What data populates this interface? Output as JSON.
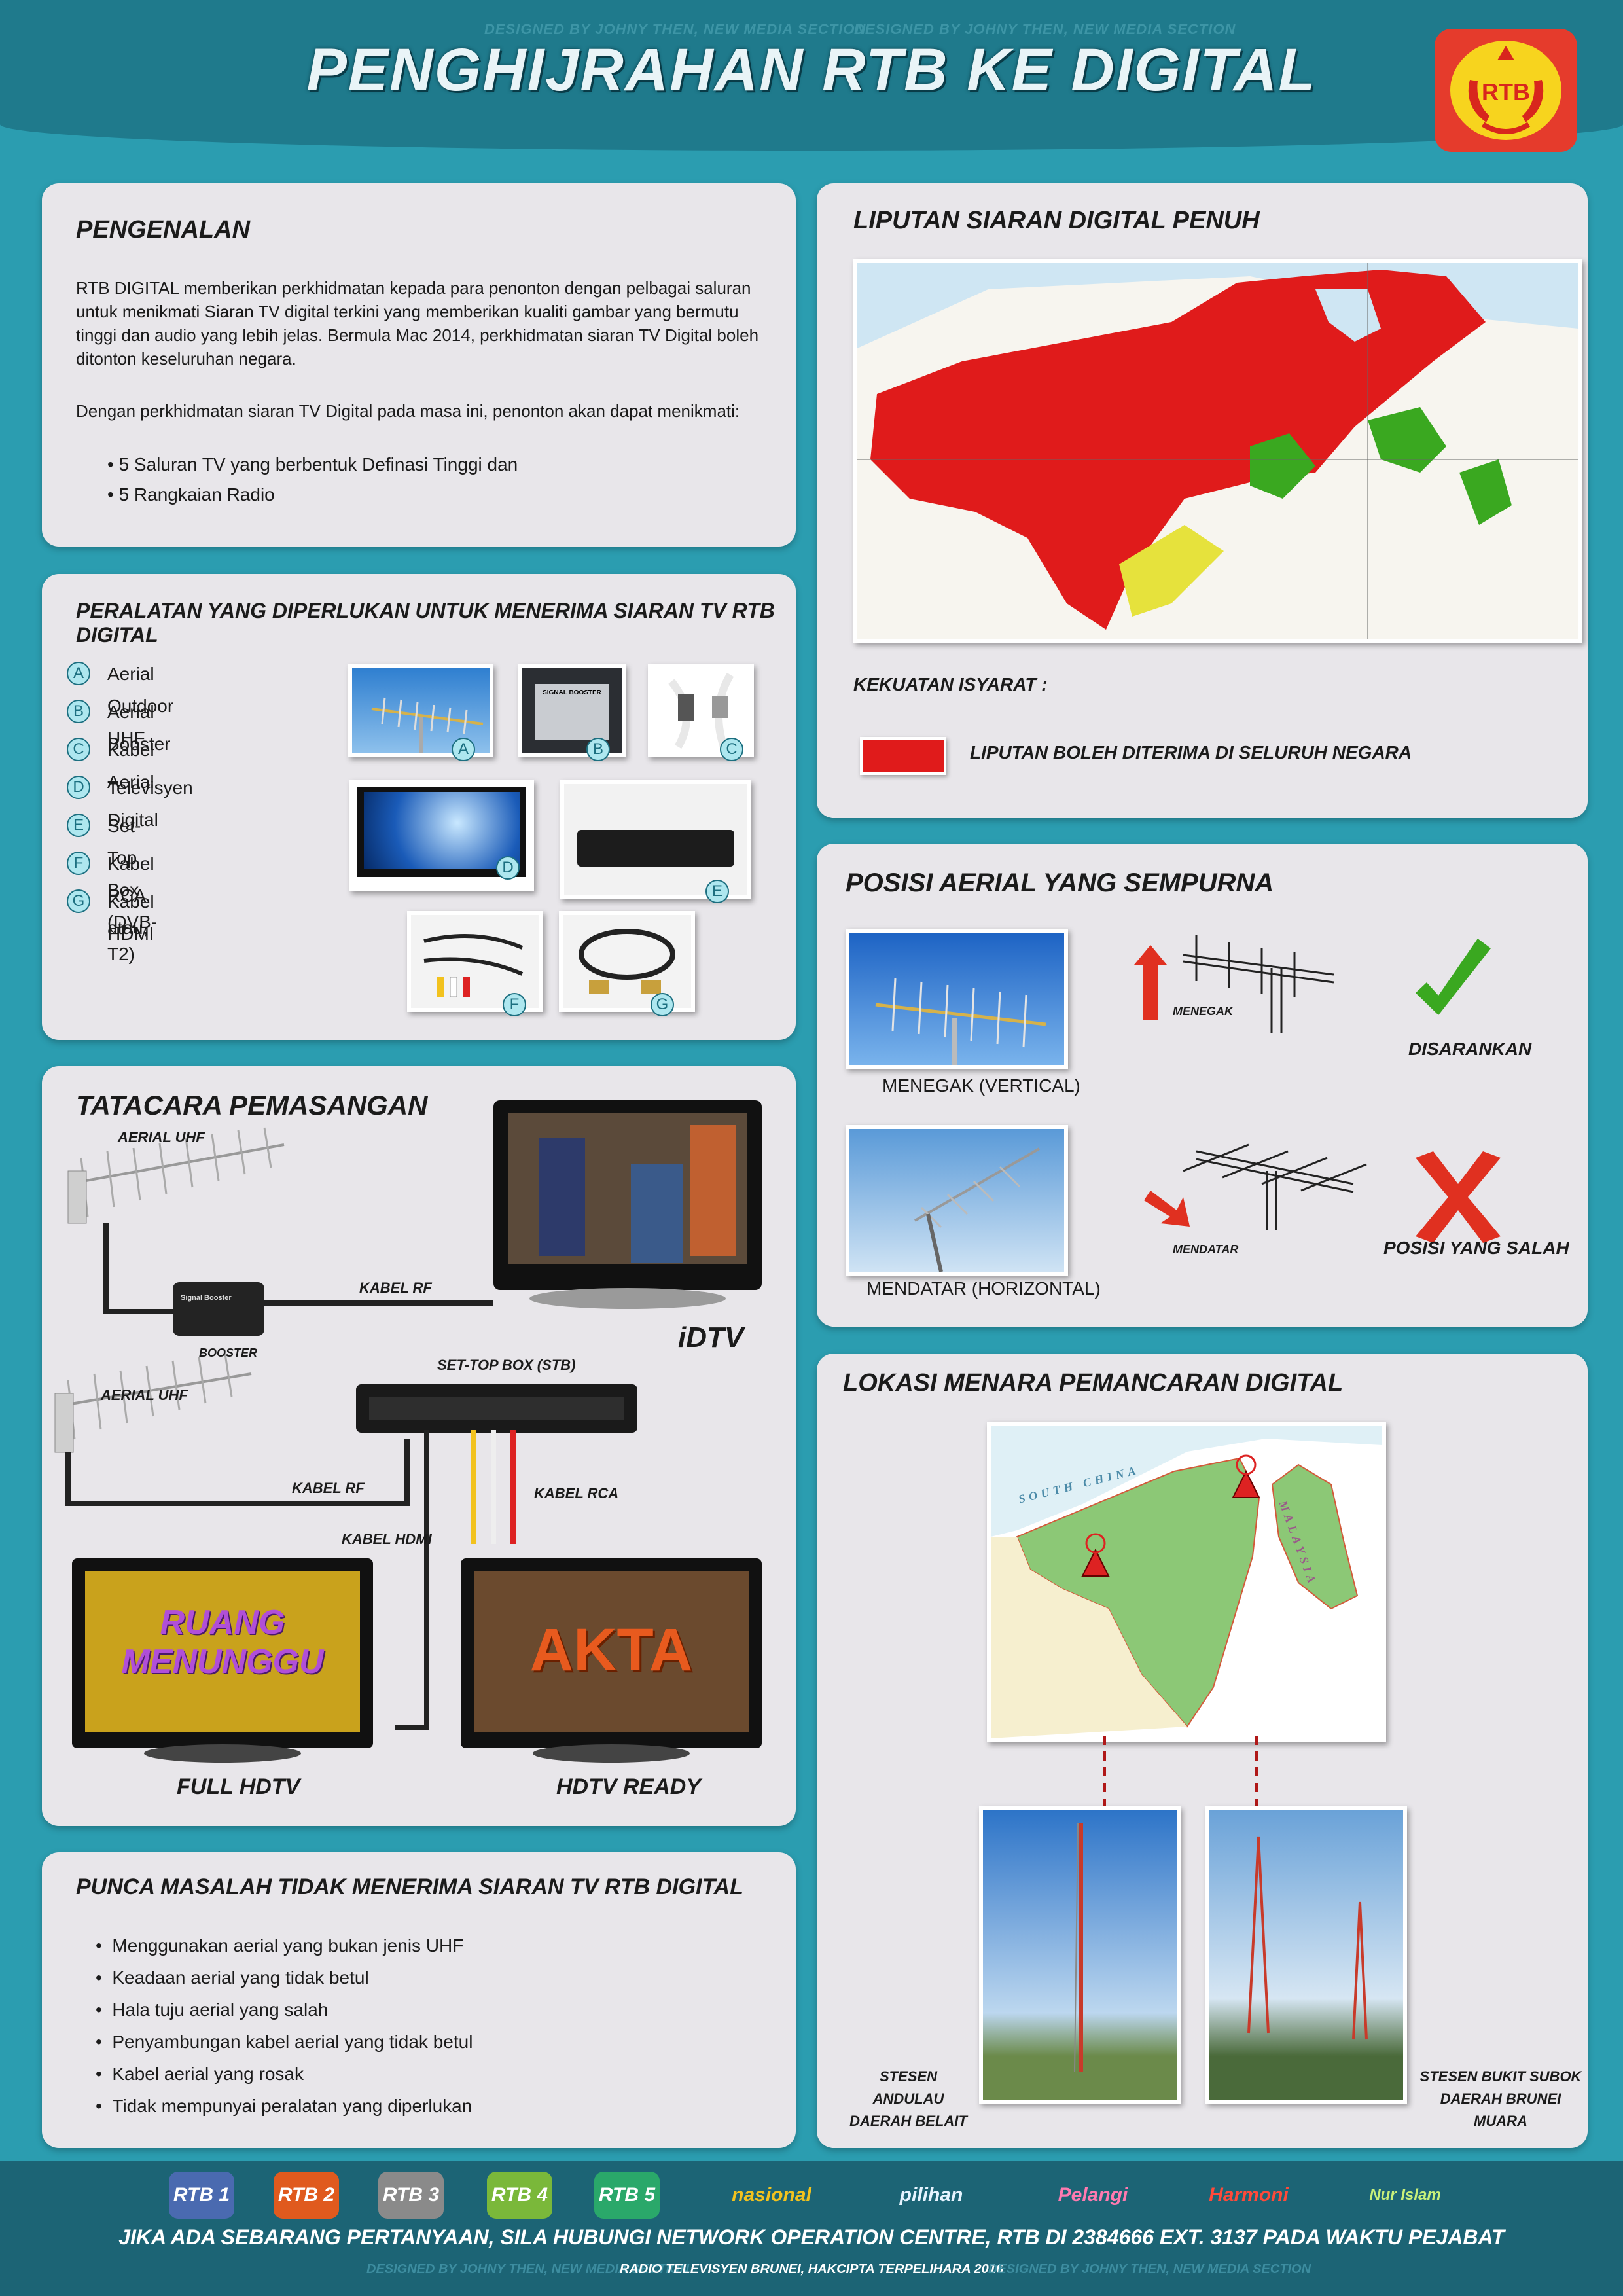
{
  "header": {
    "title": "PENGHIJRAHAN RTB KE DIGITAL",
    "credit": "DESIGNED BY JOHNY THEN, NEW MEDIA SECTION",
    "logo_text": "RTB"
  },
  "colors": {
    "background": "#2b9db0",
    "header": "#1f7a8c",
    "panel": "#e8e6ea",
    "coverage_red": "#e01b1b",
    "accent_green": "#3aa820",
    "wrong_red": "#e03020"
  },
  "intro": {
    "title": "PENGENALAN",
    "para1": "RTB DIGITAL memberikan perkhidmatan kepada para penonton dengan pelbagai saluran untuk menikmati Siaran TV digital terkini yang memberikan kualiti gambar yang bermutu tinggi dan audio yang lebih jelas. Bermula Mac 2014, perkhidmatan siaran TV Digital boleh ditonton keseluruhan negara.",
    "para2": "Dengan perkhidmatan siaran TV Digital pada masa ini, penonton akan dapat menikmati:",
    "bullets": [
      "• 5 Saluran TV yang berbentuk Definasi Tinggi dan",
      "• 5 Rangkaian Radio"
    ]
  },
  "equipment": {
    "title": "PERALATAN YANG DIPERLUKAN UNTUK MENERIMA SIARAN TV RTB DIGITAL",
    "items": [
      {
        "letter": "A",
        "label": "Aerial Outdoor UHF"
      },
      {
        "letter": "B",
        "label": "Aerial Booster"
      },
      {
        "letter": "C",
        "label": "Kabel Aerial"
      },
      {
        "letter": "D",
        "label": "Televisyen Digital"
      },
      {
        "letter": "E",
        "label": "Set-Top Box (DVB-T2)"
      },
      {
        "letter": "F",
        "label": "Kabel RCA atau,"
      },
      {
        "letter": "G",
        "label": "Kabel HDMI"
      }
    ],
    "photo_booster_text": "SIGNAL BOOSTER"
  },
  "installation": {
    "title": "TATACARA PEMASANGAN",
    "aerial_uhf": "AERIAL UHF",
    "booster": "BOOSTER",
    "booster_device": "Signal Booster",
    "kabel_rf": "KABEL RF",
    "idtv": "iDTV",
    "stb": "SET-TOP BOX  (STB)",
    "kabel_rca": "KABEL RCA",
    "kabel_hdmi": "KABEL HDMI",
    "full_hdtv": "FULL HDTV",
    "hdtv_ready": "HDTV READY",
    "screen1_text": "RUANG MENUNGGU",
    "screen2_text": "AKTA"
  },
  "problems": {
    "title": "PUNCA MASALAH TIDAK MENERIMA SIARAN TV RTB DIGITAL",
    "bullets": [
      "Menggunakan aerial yang bukan jenis UHF",
      "Keadaan aerial yang tidak betul",
      "Hala tuju aerial yang salah",
      "Penyambungan kabel aerial yang tidak betul",
      "Kabel aerial yang rosak",
      "Tidak mempunyai peralatan yang diperlukan"
    ]
  },
  "coverage": {
    "title": "LIPUTAN SIARAN DIGITAL PENUH",
    "signal_label": "KEKUATAN ISYARAT :",
    "legend": "LIPUTAN BOLEH DITERIMA DI SELURUH NEGARA"
  },
  "position": {
    "title": "POSISI AERIAL YANG SEMPURNA",
    "vertical_caption": "MENEGAK (VERTICAL)",
    "vertical_arrow": "MENEGAK",
    "recommended": "DISARANKAN",
    "horizontal_caption": "MENDATAR (HORIZONTAL)",
    "horizontal_arrow": "MENDATAR",
    "wrong": "POSISI YANG SALAH"
  },
  "towers": {
    "title": "LOKASI MENARA PEMANCARAN DIGITAL",
    "map_sea": "SOUTH CHINA",
    "map_malaysia": "MALAYSIA",
    "station1": "STESEN ANDULAU",
    "station1_area": "DAERAH BELAIT",
    "station2": "STESEN BUKIT SUBOK",
    "station2_area": "DAERAH BRUNEI MUARA"
  },
  "footer": {
    "channels": [
      "RTB 1",
      "RTB 2",
      "RTB 3",
      "RTB 4",
      "RTB 5",
      "nasional",
      "pilihan",
      "Pelangi",
      "Harmoni",
      "Nur Islam"
    ],
    "contact": "JIKA ADA SEBARANG PERTANYAAN, SILA HUBUNGI NETWORK OPERATION CENTRE, RTB DI 2384666  EXT. 3137  PADA WAKTU PEJABAT",
    "copyright": "RADIO TELEVISYEN BRUNEI, HAKCIPTA TERPELIHARA 2016",
    "credit": "DESIGNED BY JOHNY THEN, NEW MEDIA SECTION"
  }
}
